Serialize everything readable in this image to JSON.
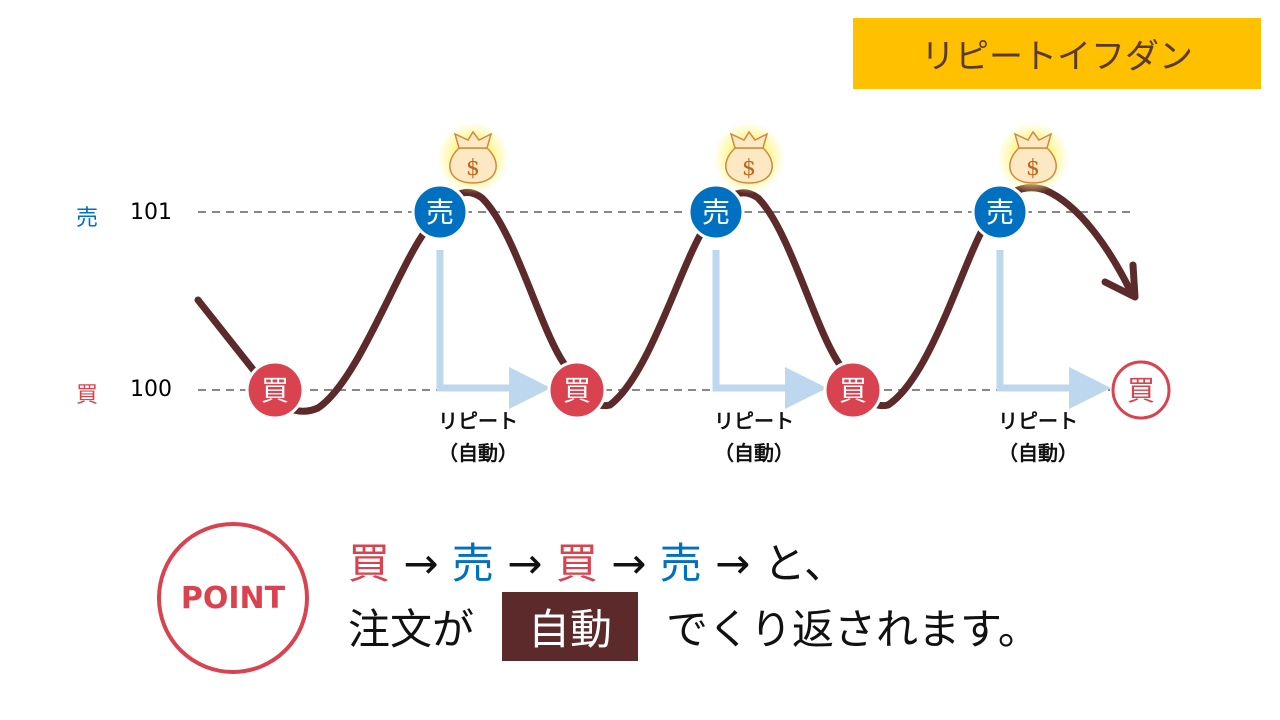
{
  "title": "リピートイフダン",
  "levels": {
    "sell_label": "売",
    "sell_price": "101",
    "buy_label": "買",
    "buy_price": "100"
  },
  "markers": {
    "sell": "売",
    "buy": "買"
  },
  "repeat_label": {
    "line1": "リピート",
    "line2": "（自動）"
  },
  "colors": {
    "sell": "#0070C0",
    "buy": "#D9434F",
    "price_line": "#5C2A2A",
    "repeat_arrow": "#BDD7EE",
    "title_bg": "#FFC000"
  },
  "point": {
    "badge": "POINT",
    "line1": [
      {
        "t": "買",
        "c": "buy"
      },
      {
        "t": " → ",
        "c": ""
      },
      {
        "t": "売",
        "c": "sell"
      },
      {
        "t": " → ",
        "c": ""
      },
      {
        "t": "買",
        "c": "buy"
      },
      {
        "t": " → ",
        "c": ""
      },
      {
        "t": "売",
        "c": "sell"
      },
      {
        "t": " → と、",
        "c": ""
      }
    ],
    "line2_pre": "注文が",
    "line2_box": "自動",
    "line2_post": "でくり返されます。"
  }
}
